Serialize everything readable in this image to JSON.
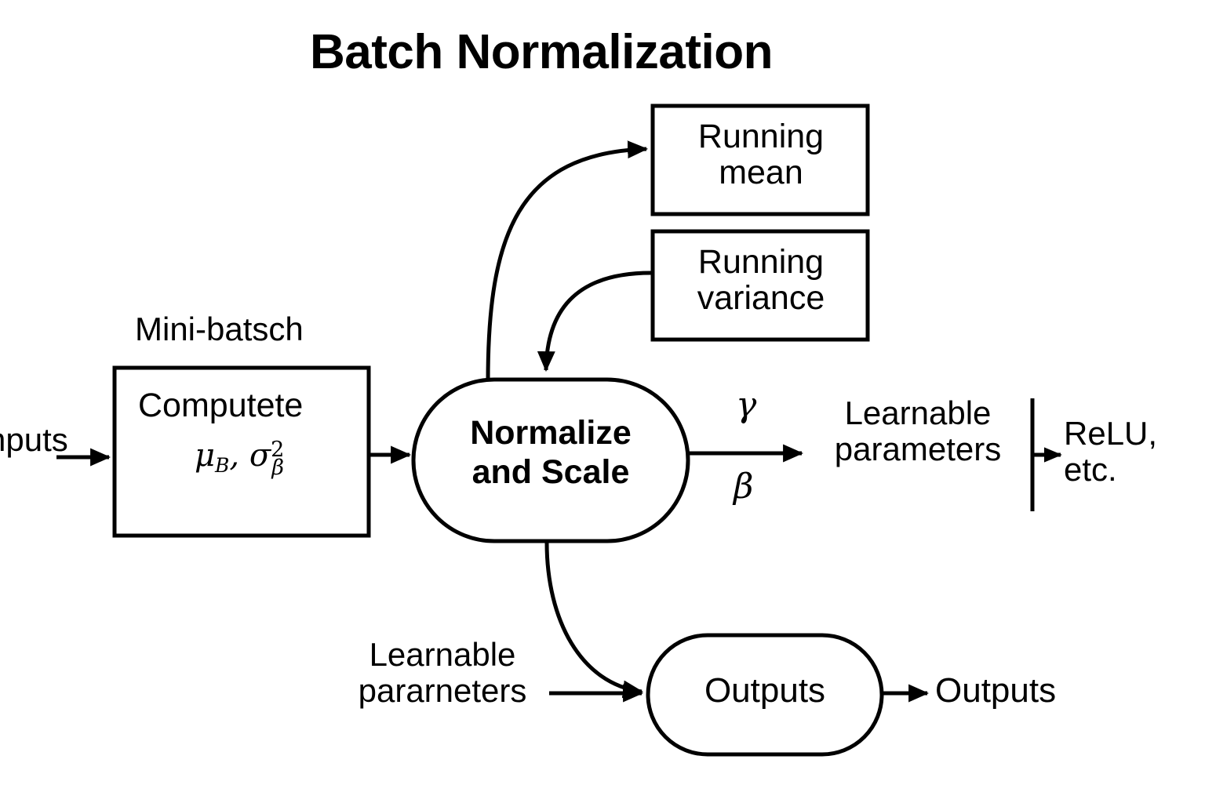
{
  "title": "Batch Normalization",
  "nodes": {
    "compute": {
      "group_label": "Mini-batsch",
      "line1": "Computete",
      "formula_mu": "μ",
      "formula_mu_sub": "B",
      "formula_comma": ", ",
      "formula_sigma": "σ",
      "formula_sigma_sup": "2",
      "formula_sigma_sub": "β"
    },
    "running_mean": "Running\nmean",
    "running_variance": "Running\nvariance",
    "normalize": "Normalize\nand Scale",
    "outputs_node": "Outputs"
  },
  "labels": {
    "inputs": "nputs",
    "gamma": "γ",
    "beta": "β",
    "learnable_top": "Learnable\nparameters",
    "relu": "ReLU,\netc.",
    "learnable_bottom": "Learnable\npararneters",
    "outputs_final": "Outputs"
  },
  "style": {
    "stroke": "#000000",
    "fill": "#ffffff",
    "background": "#ffffff",
    "stroke_width": 4
  },
  "edges": [
    {
      "name": "inputs-to-compute",
      "from": "Inputs",
      "to": "Computete",
      "kind": "straight-arrow"
    },
    {
      "name": "compute-to-normalize",
      "from": "Computete",
      "to": "Normalize and Scale",
      "kind": "straight-arrow"
    },
    {
      "name": "normalize-to-running-mean",
      "from": "Normalize and Scale",
      "to": "Running mean",
      "kind": "curved-arrow"
    },
    {
      "name": "running-variance-to-normalize",
      "from": "Running variance",
      "to": "Normalize and Scale",
      "kind": "curved-arrow"
    },
    {
      "name": "normalize-to-learnable",
      "from": "Normalize and Scale",
      "to": "Learnable parameters",
      "kind": "straight-arrow"
    },
    {
      "name": "learnable-to-relu",
      "from": "Learnable parameters",
      "to": "ReLU, etc.",
      "kind": "straight-arrow"
    },
    {
      "name": "normalize-to-outputs",
      "from": "Normalize and Scale",
      "to": "Outputs",
      "kind": "curved-arrow"
    },
    {
      "name": "learnable-bottom-to-outputs",
      "from": "Learnable pararneters",
      "to": "Outputs",
      "kind": "straight-arrow"
    },
    {
      "name": "outputs-to-outputs-label",
      "from": "Outputs",
      "to": "Outputs",
      "kind": "straight-arrow"
    }
  ]
}
